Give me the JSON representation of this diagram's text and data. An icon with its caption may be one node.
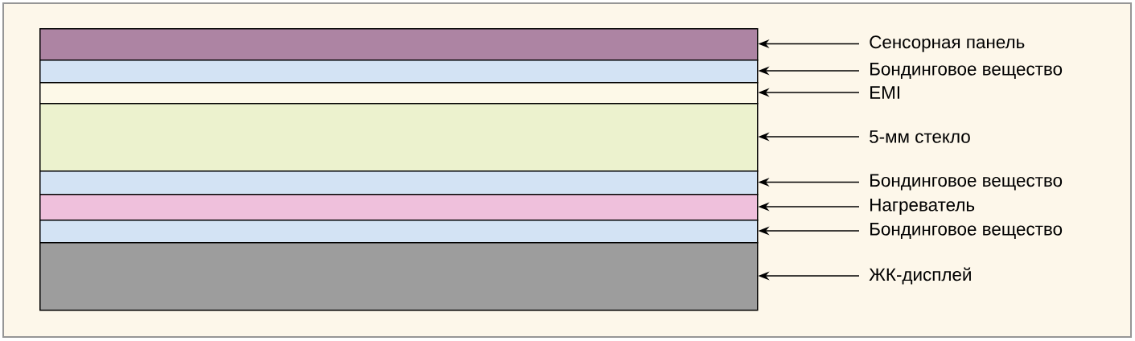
{
  "diagram": {
    "nodes": [
      {
        "text": [],
        "shape": "box"
      },
      {
        "text": [],
        "shape": "box"
      },
      {
        "text": [],
        "shape": "box"
      },
      {
        "text": [],
        "shape": "box"
      },
      {
        "text": [],
        "shape": "box"
      },
      {
        "text": [],
        "shape": "box"
      },
      {
        "text": [],
        "shape": "box"
      },
      {
        "text": [],
        "shape": "box"
      },
      {
        "text": [
          "Сенсорная панель"
        ]
      },
      {
        "text": [
          "Бондинговое вещество"
        ]
      },
      {
        "text": [
          "EMI"
        ]
      },
      {
        "text": [
          "5-мм стекло"
        ]
      },
      {
        "text": [
          "Бондинговое вещество"
        ]
      },
      {
        "text": [
          "Нагреватель"
        ]
      },
      {
        "text": [
          "Бондинговое вещество"
        ]
      },
      {
        "text": [
          "ЖК-дисплей"
        ]
      }
    ],
    "edges": [
      {
        "from": 8,
        "to": 0,
        "arrow": "to"
      },
      {
        "from": 9,
        "to": 1,
        "arrow": "to"
      },
      {
        "from": 10,
        "to": 2,
        "arrow": "to"
      },
      {
        "from": 11,
        "to": 3,
        "arrow": "to"
      },
      {
        "from": 12,
        "to": 4,
        "arrow": "to"
      },
      {
        "from": 13,
        "to": 5,
        "arrow": "to"
      },
      {
        "from": 14,
        "to": 6,
        "arrow": "to"
      },
      {
        "from": 15,
        "to": 7,
        "arrow": "to"
      }
    ]
  }
}
